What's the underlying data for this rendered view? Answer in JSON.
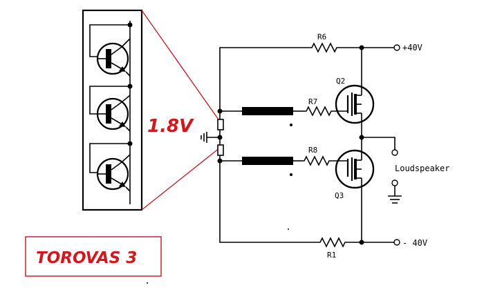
{
  "labels": {
    "r6": "R6",
    "r7": "R7",
    "r8": "R8",
    "r1": "R1",
    "q2": "Q2",
    "q3": "Q3",
    "plus_supply": "+40V",
    "minus_supply": "- 40V",
    "loudspeaker": "Loudspeaker",
    "bias_voltage": "1.8V",
    "title": "TOROVAS 3"
  },
  "colors": {
    "accent_red": "#d0181f",
    "ink": "#000000",
    "background": "#ffffff"
  }
}
